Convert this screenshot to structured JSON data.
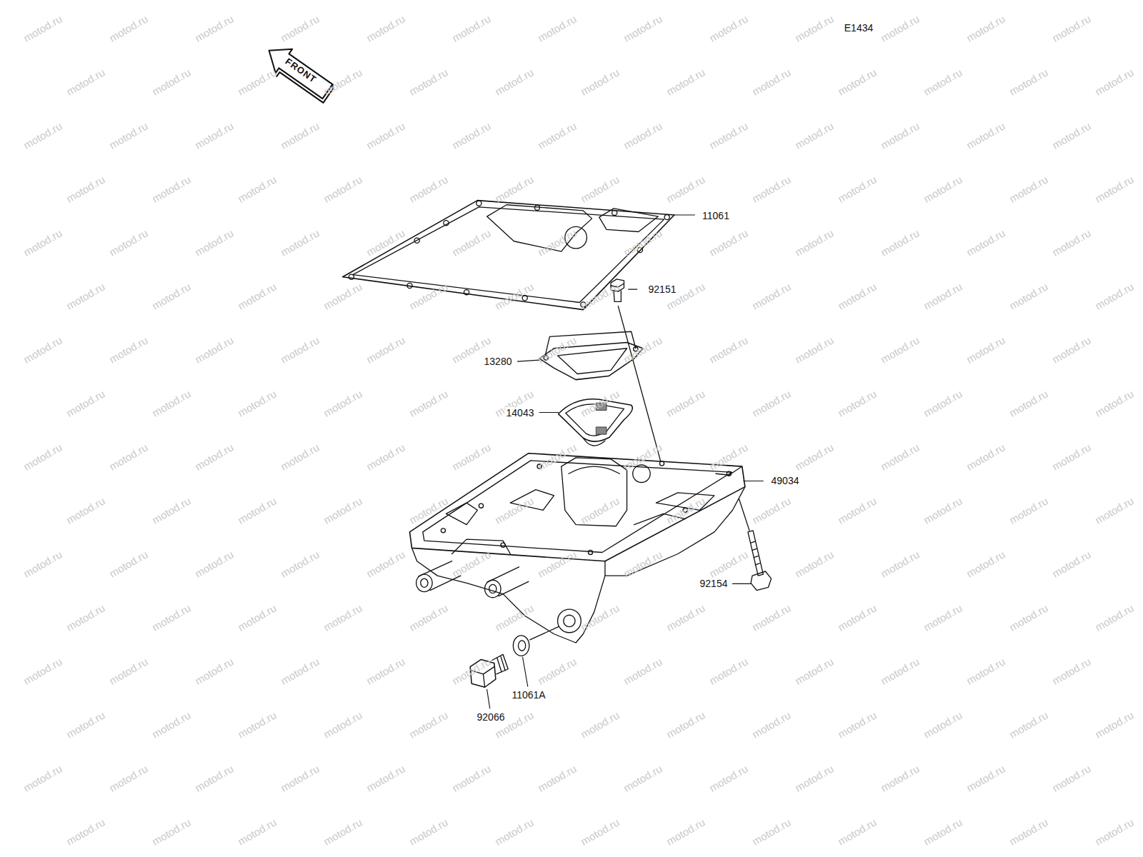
{
  "diagram": {
    "labels": [
      "E1434",
      "FRONT",
      "11061",
      "92151",
      "13280",
      "14043",
      "49034",
      "92154",
      "11061A",
      "92066",
      "motod.ru",
      "motod.ru",
      "motod.ru",
      "motod.ru",
      "motod.ru",
      "motod.ru",
      "motod.ru",
      "motod.ru",
      "motod.ru",
      "motod.ru",
      "motod.ru",
      "motod.ru",
      "motod.ru",
      "motod.ru",
      "motod.ru",
      "motod.ru",
      "motod.ru",
      "motod.ru",
      "motod.ru",
      "motod.ru",
      "motod.ru",
      "motod.ru",
      "motod.ru",
      "motod.ru",
      "motod.ru",
      "motod.ru",
      "motod.ru",
      "motod.ru",
      "motod.ru",
      "motod.ru",
      "motod.ru",
      "motod.ru",
      "motod.ru",
      "motod.ru",
      "motod.ru",
      "motod.ru",
      "motod.ru",
      "motod.ru",
      "motod.ru",
      "motod.ru",
      "motod.ru",
      "motod.ru",
      "motod.ru",
      "motod.ru",
      "motod.ru",
      "motod.ru",
      "motod.ru",
      "motod.ru",
      "motod.ru",
      "motod.ru",
      "motod.ru",
      "motod.ru",
      "motod.ru",
      "motod.ru",
      "motod.ru",
      "motod.ru",
      "motod.ru",
      "motod.ru",
      "motod.ru",
      "motod.ru",
      "motod.ru",
      "motod.ru",
      "motod.ru",
      "motod.ru",
      "motod.ru",
      "motod.ru",
      "motod.ru",
      "motod.ru",
      "motod.ru",
      "motod.ru",
      "motod.ru",
      "motod.ru",
      "motod.ru",
      "motod.ru",
      "motod.ru",
      "motod.ru",
      "motod.ru",
      "motod.ru",
      "motod.ru",
      "motod.ru",
      "motod.ru",
      "motod.ru",
      "motod.ru",
      "motod.ru",
      "motod.ru",
      "motod.ru",
      "motod.ru",
      "motod.ru",
      "motod.ru",
      "motod.ru",
      "motod.ru",
      "motod.ru",
      "motod.ru",
      "motod.ru",
      "motod.ru",
      "motod.ru",
      "motod.ru",
      "motod.ru",
      "motod.ru",
      "motod.ru",
      "motod.ru",
      "motod.ru",
      "motod.ru",
      "motod.ru",
      "motod.ru",
      "motod.ru",
      "motod.ru",
      "motod.ru",
      "motod.ru",
      "motod.ru",
      "motod.ru",
      "motod.ru",
      "motod.ru",
      "motod.ru",
      "motod.ru",
      "motod.ru",
      "motod.ru",
      "motod.ru",
      "motod.ru",
      "motod.ru",
      "motod.ru",
      "motod.ru",
      "motod.ru",
      "motod.ru",
      "motod.ru",
      "motod.ru",
      "motod.ru",
      "motod.ru",
      "motod.ru",
      "motod.ru",
      "motod.ru",
      "motod.ru",
      "motod.ru",
      "motod.ru",
      "motod.ru",
      "motod.ru",
      "motod.ru",
      "motod.ru",
      "motod.ru",
      "motod.ru",
      "motod.ru",
      "motod.ru",
      "motod.ru",
      "motod.ru",
      "motod.ru",
      "motod.ru",
      "motod.ru",
      "motod.ru",
      "motod.ru",
      "motod.ru",
      "motod.ru",
      "motod.ru",
      "motod.ru",
      "motod.ru",
      "motod.ru",
      "motod.ru",
      "motod.ru",
      "motod.ru",
      "motod.ru",
      "motod.ru",
      "motod.ru",
      "motod.ru",
      "motod.ru",
      "motod.ru",
      "motod.ru",
      "motod.ru",
      "motod.ru",
      "motod.ru",
      "motod.ru",
      "motod.ru",
      "motod.ru",
      "motod.ru",
      "motod.ru",
      "motod.ru",
      "motod.ru",
      "motod.ru",
      "motod.ru",
      "motod.ru",
      "motod.ru",
      "motod.ru",
      "motod.ru",
      "motod.ru",
      "motod.ru",
      "motod.ru",
      "motod.ru",
      "motod.ru",
      "motod.ru",
      "motod.ru",
      "motod.ru",
      "motod.ru",
      "motod.ru",
      "motod.ru",
      "motod.ru",
      "motod.ru",
      "motod.ru",
      "motod.ru",
      "motod.ru",
      "motod.ru",
      "motod.ru",
      "motod.ru",
      "motod.ru",
      "motod.ru",
      "motod.ru",
      "motod.ru",
      "motod.ru",
      "motod.ru",
      "motod.ru",
      "motod.ru"
    ]
  }
}
